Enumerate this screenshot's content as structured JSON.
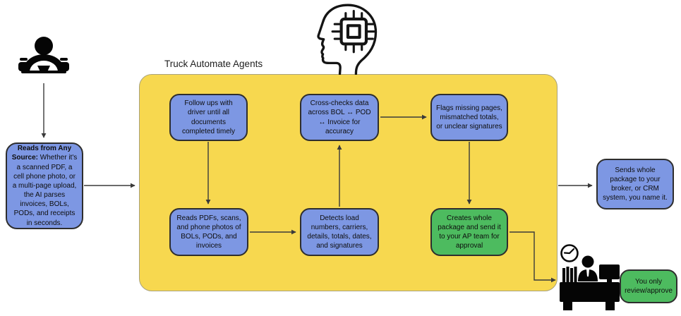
{
  "diagram": {
    "container_label": "Truck Automate Agents",
    "nodes": {
      "source_bold": "Reads from Any Source:",
      "source_rest": " Whether it's a scanned PDF, a cell phone photo, or a multi-page upload, the AI parses invoices, BOLs, PODs, and receipts in seconds.",
      "follow_ups": "Follow ups with driver until all documents completed timely",
      "cross_checks": "Cross-checks data across BOL ↔ POD ↔ Invoice for accuracy",
      "flags": "Flags missing pages, mismatched totals, or unclear signatures",
      "reads_pdfs": "Reads PDFs, scans, and phone photos of BOLs, PODs, and invoices",
      "detects": "Detects load numbers, carriers, details, totals, dates, and signatures",
      "creates": "Creates whole package and send it to your AP team for approval",
      "sends": "Sends whole package to your broker, or CRM system, you name it.",
      "review": "You only review/approve"
    },
    "icons": {
      "driver": "driver-at-steering-wheel-icon",
      "ai_head": "ai-chip-head-icon",
      "clock": "clock-icon",
      "desk_worker": "person-at-desk-with-monitor-icon"
    },
    "colors": {
      "node_blue": "#7D97E3",
      "node_green": "#4DBB5F",
      "container_yellow": "#F7D84F",
      "container_border": "#a9a27b",
      "node_border": "#2e2e2e",
      "arrow": "#3a3a3a"
    },
    "flow": [
      "driver -> source",
      "source -> container",
      "follow_ups -> reads_pdfs",
      "reads_pdfs -> detects",
      "detects -> cross_checks",
      "cross_checks -> flags",
      "flags -> creates",
      "creates -> desk_worker",
      "container -> sends"
    ]
  }
}
